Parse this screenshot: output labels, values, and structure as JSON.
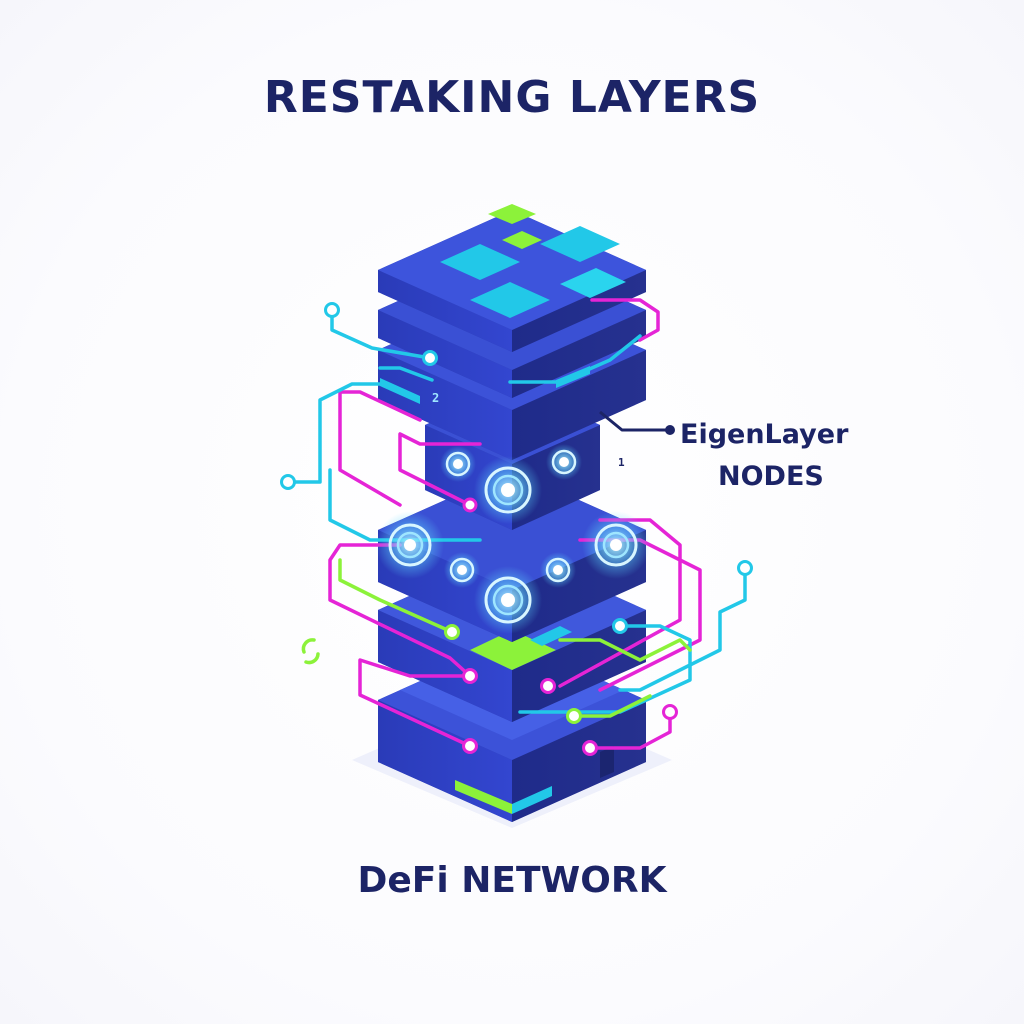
{
  "title": "RESTAKING LAYERS",
  "callout": {
    "line1": "EigenLayer",
    "line2": "NODES"
  },
  "footer": "DeFi NETWORK",
  "marks": {
    "label_a": "2",
    "label_b": "1"
  },
  "colors": {
    "text": "#1c2466",
    "block_dark": "#26308f",
    "block_mid": "#3243c4",
    "block_light": "#3b58e0",
    "accent_cyan": "#22c8e8",
    "accent_magenta": "#e524d6",
    "accent_lime": "#8cf23a"
  }
}
